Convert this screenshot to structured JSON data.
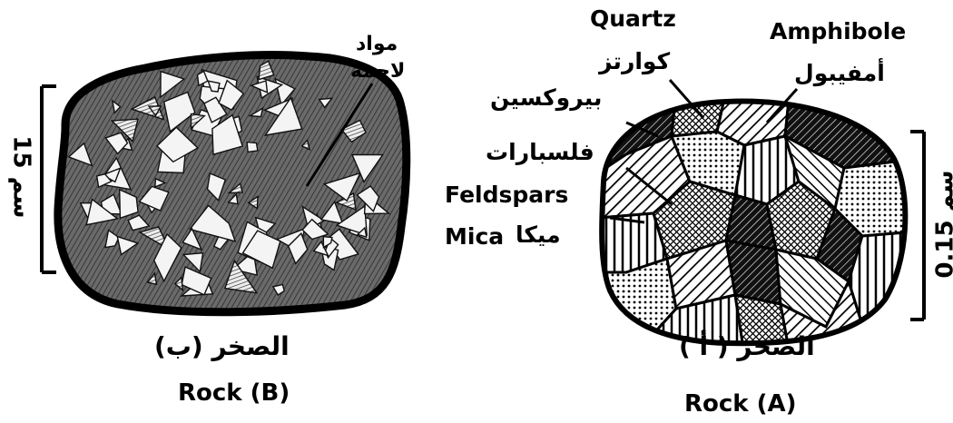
{
  "rock_b": {
    "caption_ar": "الصخر (ب)",
    "caption_en": "Rock (B)",
    "scale_label": "15 سم",
    "matrix_label_line1": "مواد",
    "matrix_label_line2": "لاحمة"
  },
  "rock_a": {
    "caption_ar": "الصخر ( أ )",
    "caption_en": "Rock (A)",
    "scale_label": "0.15 سم",
    "minerals": {
      "quartz_en": "Quartz",
      "quartz_ar": "كوارتز",
      "amphibole_en": "Amphibole",
      "amphibole_ar": "أمفيبول",
      "pyroxene_ar": "بيروكسين",
      "feldspars_en": "Feldspars",
      "feldspars_ar": "فلسبارات",
      "mica_en": "Mica",
      "mica_ar": "ميكا"
    }
  }
}
